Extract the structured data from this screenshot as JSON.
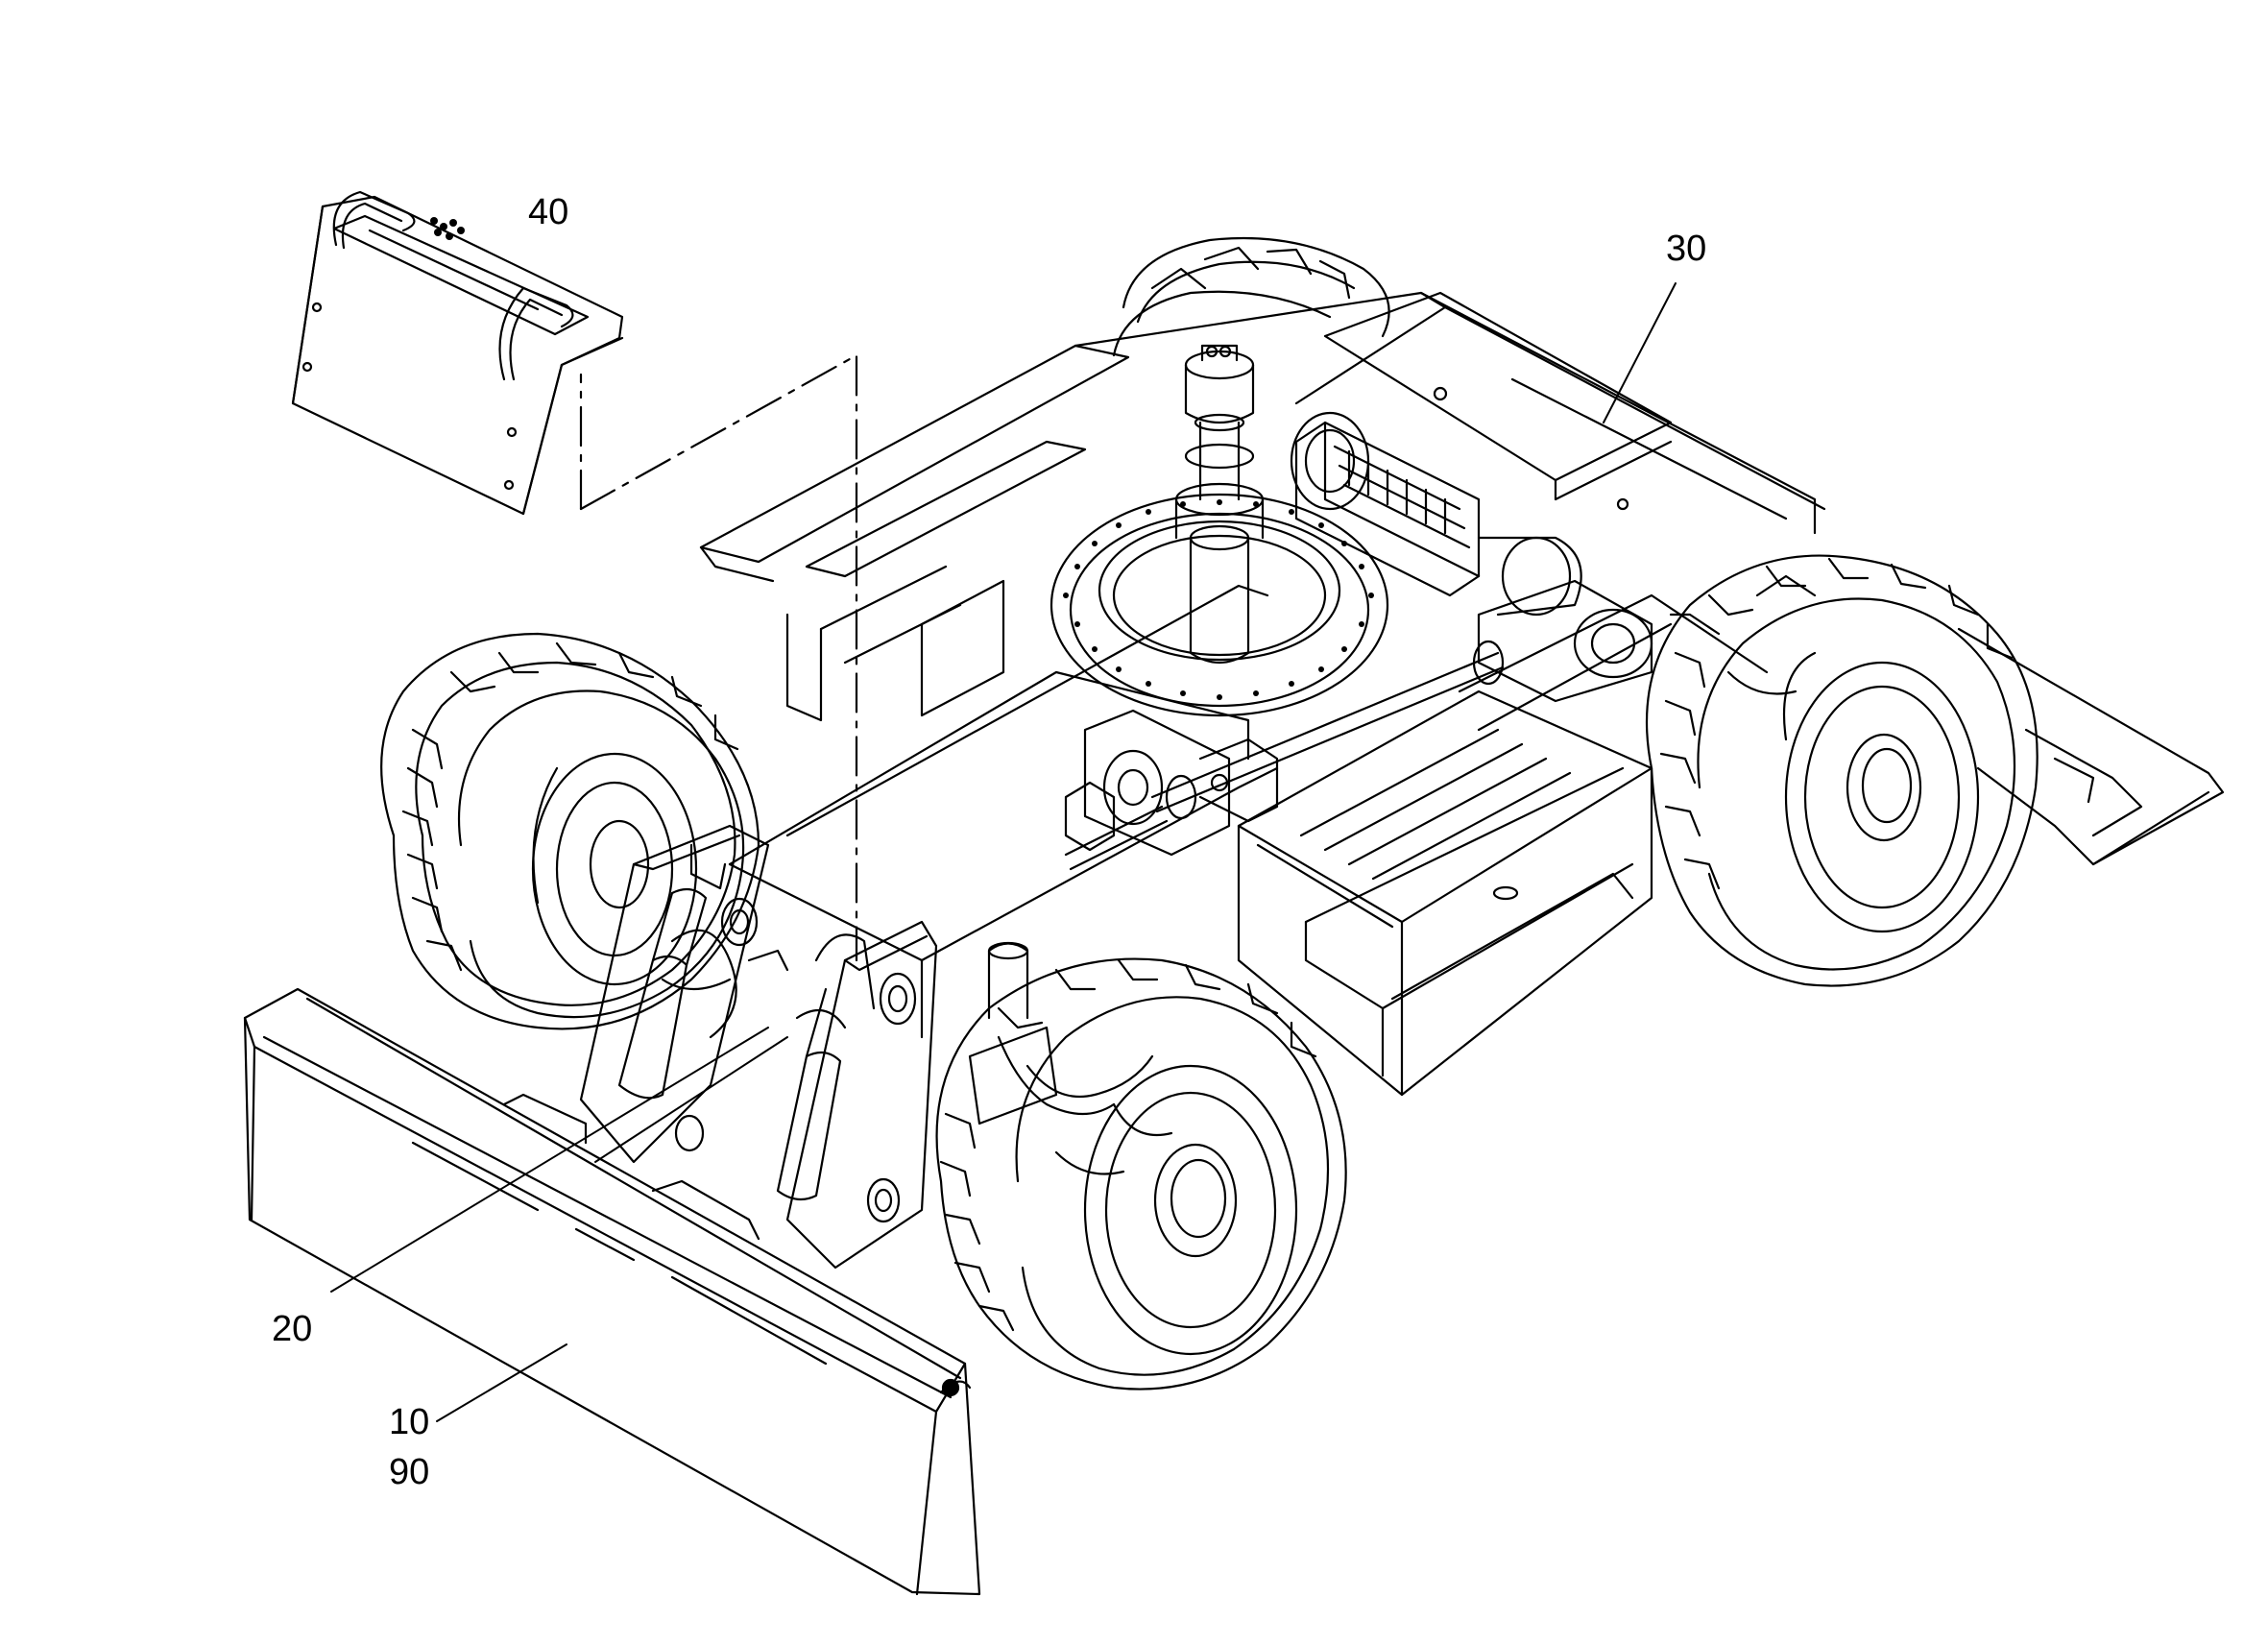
{
  "colors": {
    "line": "#000000",
    "background": "#ffffff"
  },
  "callouts": {
    "p40": "40",
    "p30": "30",
    "p20": "20",
    "p10": "10",
    "p90": "90"
  },
  "parts": [
    {
      "id": "40",
      "name": "counterweight-hood"
    },
    {
      "id": "30",
      "name": "undercarriage-frame"
    },
    {
      "id": "20",
      "name": "dozer-cylinder"
    },
    {
      "id": "10",
      "name": "dozer-blade"
    }
  ]
}
